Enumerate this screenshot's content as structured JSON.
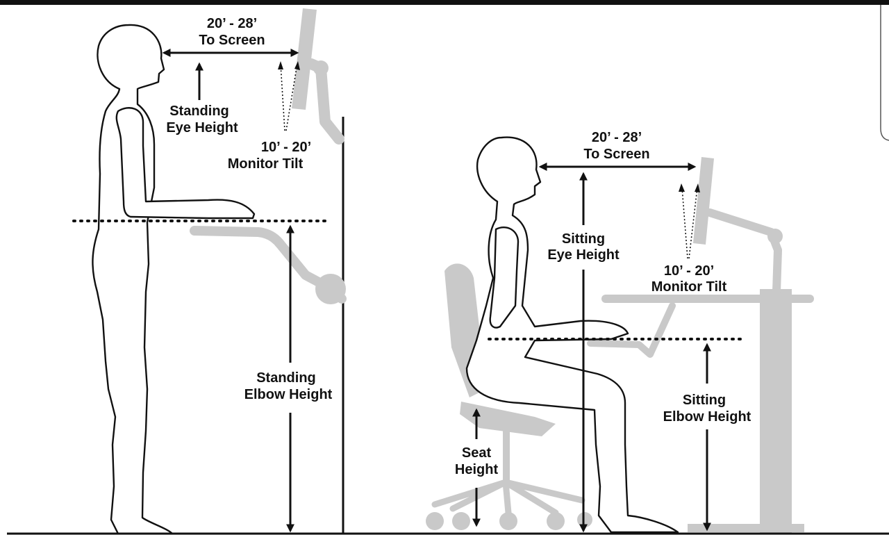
{
  "colors": {
    "ink": "#111111",
    "furniture": "#c9c9c9",
    "background": "#ffffff",
    "top_bar": "#111111"
  },
  "standing": {
    "distance_range": "20’ - 28’",
    "distance_label": "To Screen",
    "eye_height_1": "Standing",
    "eye_height_2": "Eye Height",
    "tilt_range": "10’ - 20’",
    "tilt_label": "Monitor Tilt",
    "elbow_1": "Standing",
    "elbow_2": "Elbow Height"
  },
  "sitting": {
    "distance_range": "20’ - 28’",
    "distance_label": "To Screen",
    "eye_height_1": "Sitting",
    "eye_height_2": "Eye Height",
    "tilt_range": "10’ - 20’",
    "tilt_label": "Monitor Tilt",
    "elbow_1": "Sitting",
    "elbow_2": "Elbow Height",
    "seat_1": "Seat",
    "seat_2": "Height"
  }
}
